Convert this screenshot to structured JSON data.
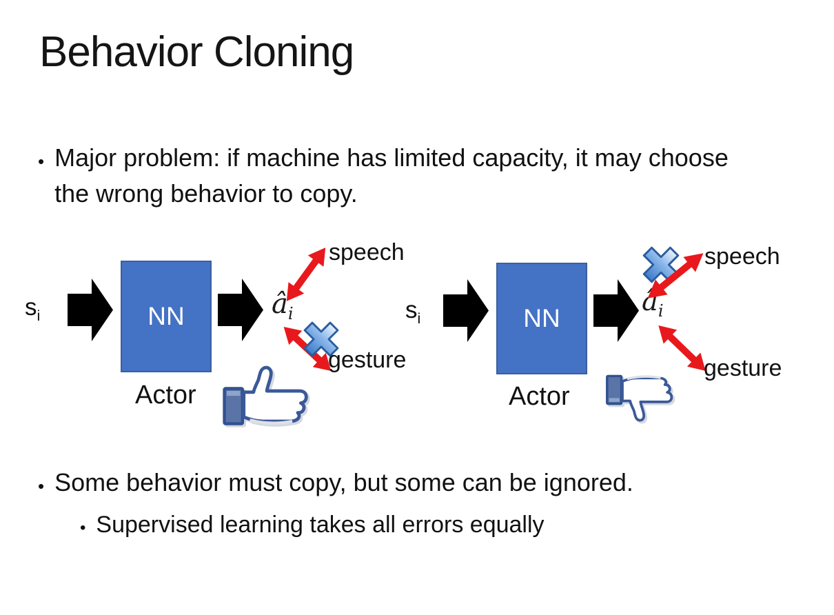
{
  "bullet_char": "•",
  "slide": {
    "title": "Behavior Cloning",
    "bullets": {
      "major_problem": "Major problem: if machine has limited capacity, it may choose the wrong behavior to copy.",
      "some_behavior": "Some behavior must copy, but some can be ignored.",
      "supervised": "Supervised learning takes all errors equally"
    }
  },
  "diagram": {
    "left": {
      "input_symbol": "s",
      "input_subscript": "i",
      "nn_label": "NN",
      "actor_label": "Actor",
      "output_symbol": "â",
      "output_subscript": "i",
      "speech_label": "speech",
      "gesture_label": "gesture",
      "crossed_out": "gesture",
      "feedback_icon": "thumbs-up"
    },
    "right": {
      "input_symbol": "s",
      "input_subscript": "i",
      "nn_label": "NN",
      "actor_label": "Actor",
      "output_symbol": "â",
      "output_subscript": "i",
      "speech_label": "speech",
      "gesture_label": "gesture",
      "crossed_out": "speech",
      "feedback_icon": "thumbs-down"
    }
  },
  "colors": {
    "background": "#FFFFFF",
    "text": "#111111",
    "nn_box_fill": "#4472C4",
    "nn_box_border": "#3A5F9E",
    "nn_text": "#FFFFFF",
    "flow_arrow_black": "#000000",
    "relation_arrow_red": "#E8191C",
    "cross_blue": "#4A8FD6",
    "thumb_outline_navy": "#3B5998",
    "thumb_cuff_blue": "#5B74A8"
  }
}
